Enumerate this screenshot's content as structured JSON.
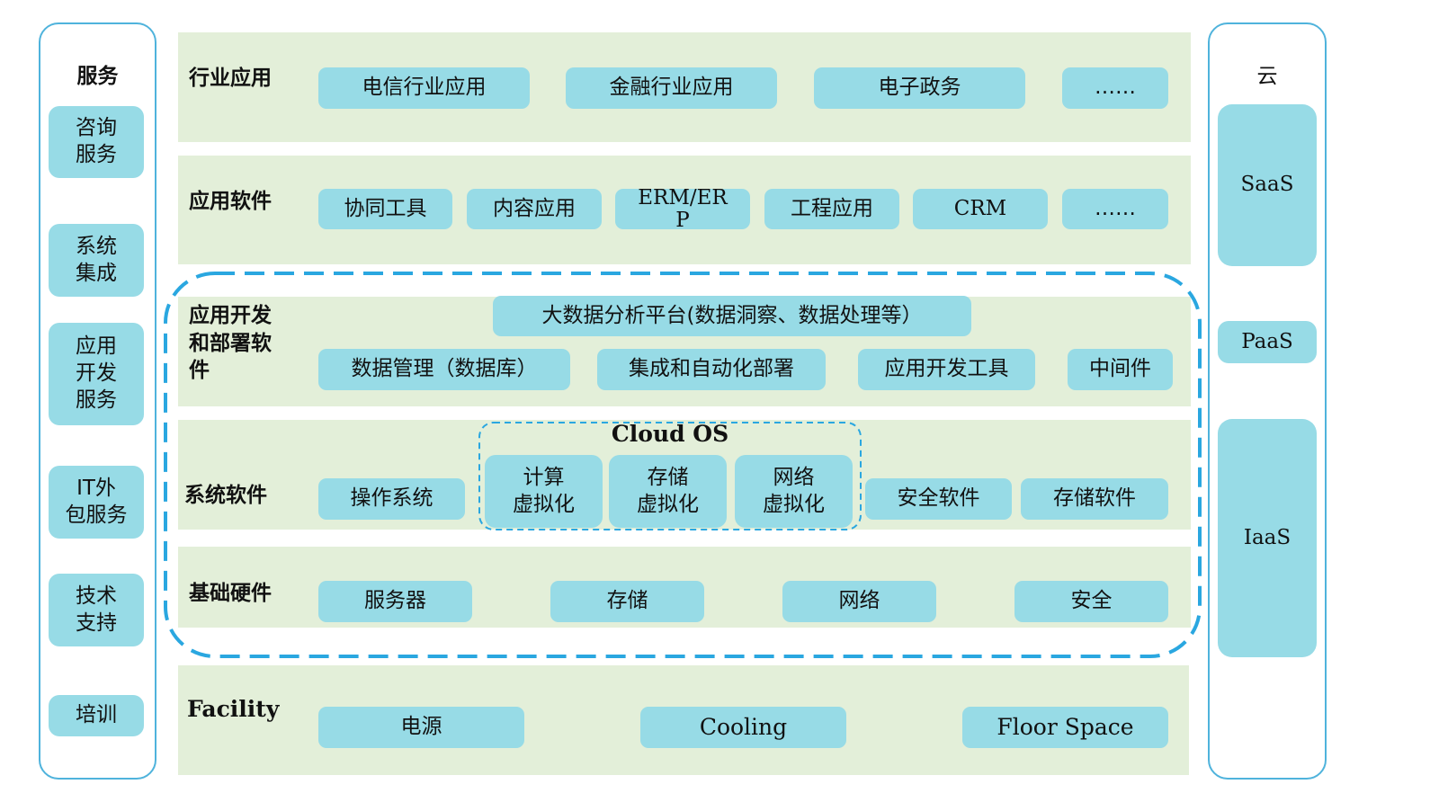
{
  "services": {
    "title": "服务",
    "items": [
      "咨询\n服务",
      "系统\n集成",
      "应用\n开发\n服务",
      "IT外\n包服务",
      "技术\n支持",
      "培训"
    ]
  },
  "cloud": {
    "title": "云",
    "items": [
      "SaaS",
      "PaaS",
      "IaaS"
    ]
  },
  "layers": {
    "industry": {
      "label": "行业应用",
      "items": [
        "电信行业应用",
        "金融行业应用",
        "电子政务",
        "……"
      ]
    },
    "software": {
      "label": "应用软件",
      "items": [
        "协同工具",
        "内容应用",
        "ERM/ER\nP",
        "工程应用",
        "CRM",
        "……"
      ]
    },
    "dev": {
      "label": "应用开发\n和部署软\n件",
      "top_item": "大数据分析平台(数据洞察、数据处理等）",
      "items": [
        "数据管理（数据库）",
        "集成和自动化部署",
        "应用开发工具",
        "中间件"
      ]
    },
    "system": {
      "label": "系统软件",
      "items": [
        "操作系统",
        "安全软件",
        "存储软件"
      ],
      "cloud_os": {
        "title": "Cloud OS",
        "items": [
          "计算\n虚拟化",
          "存储\n虚拟化",
          "网络\n虚拟化"
        ]
      }
    },
    "hardware": {
      "label": "基础硬件",
      "items": [
        "服务器",
        "存储",
        "网络",
        "安全"
      ]
    },
    "facility": {
      "label": "Facility",
      "items": [
        "电源",
        "Cooling",
        "Floor Space"
      ]
    }
  },
  "colors": {
    "band": "#e3efd9",
    "pill": "#97dbe6",
    "frame": "#4fb3dc",
    "dashed": "#2aa7e0"
  }
}
